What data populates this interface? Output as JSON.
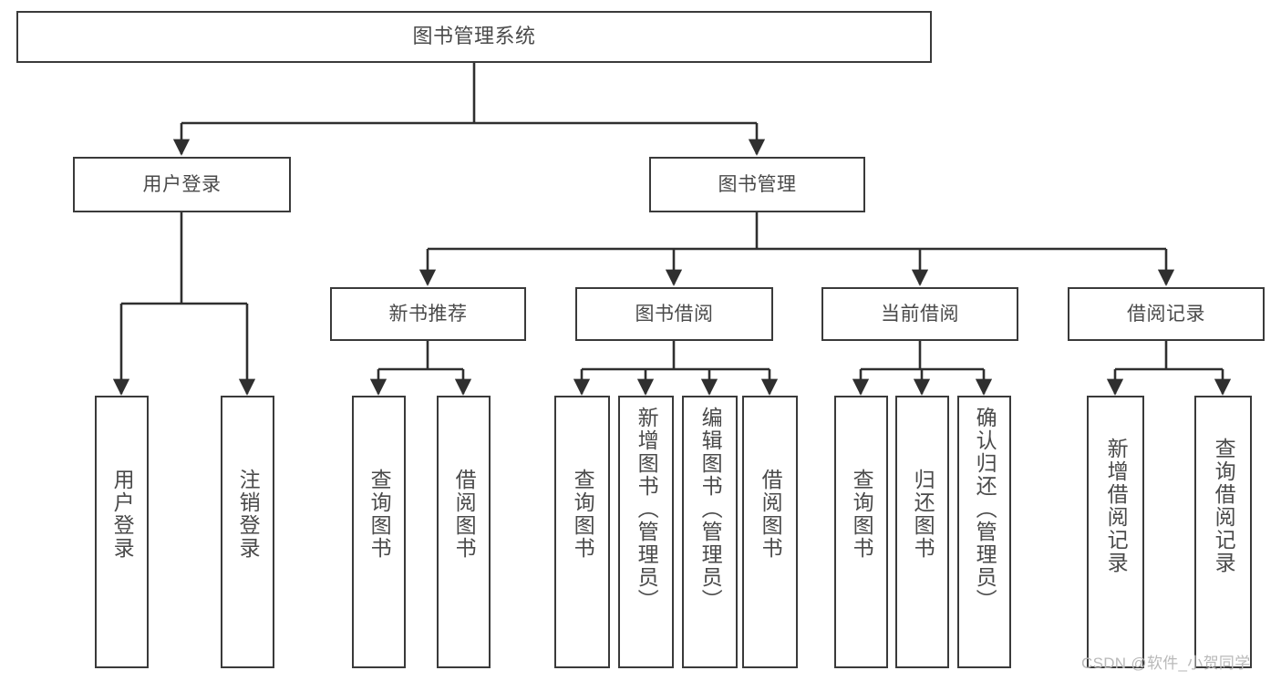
{
  "diagram": {
    "type": "hierarchy-tree",
    "title": "图书管理系统",
    "watermark": "CSDN @软件_小贺同学",
    "colors": {
      "border": "#3a3a3a",
      "text": "#4a4a4a",
      "background": "#ffffff",
      "connector": "#2f2f2f",
      "watermark": "#b9b9b9"
    },
    "nodes": {
      "root": {
        "label": "图书管理系统"
      },
      "level2": [
        {
          "label": "用户登录"
        },
        {
          "label": "图书管理"
        }
      ],
      "level3": [
        {
          "label": "新书推荐"
        },
        {
          "label": "图书借阅"
        },
        {
          "label": "当前借阅"
        },
        {
          "label": "借阅记录"
        }
      ],
      "leaves": {
        "user_login": [
          {
            "label": "用户登录"
          },
          {
            "label": "注销登录"
          }
        ],
        "new_book_recommend": [
          {
            "label": "查询图书"
          },
          {
            "label": "借阅图书"
          }
        ],
        "book_borrow": [
          {
            "label": "查询图书"
          },
          {
            "label": "新增图书（管理员）"
          },
          {
            "label": "编辑图书（管理员）"
          },
          {
            "label": "借阅图书"
          }
        ],
        "current_borrow": [
          {
            "label": "查询图书"
          },
          {
            "label": "归还图书"
          },
          {
            "label": "确认归还（管理员）"
          }
        ],
        "borrow_record": [
          {
            "label": "新增借阅记录"
          },
          {
            "label": "查询借阅记录"
          }
        ]
      }
    }
  }
}
